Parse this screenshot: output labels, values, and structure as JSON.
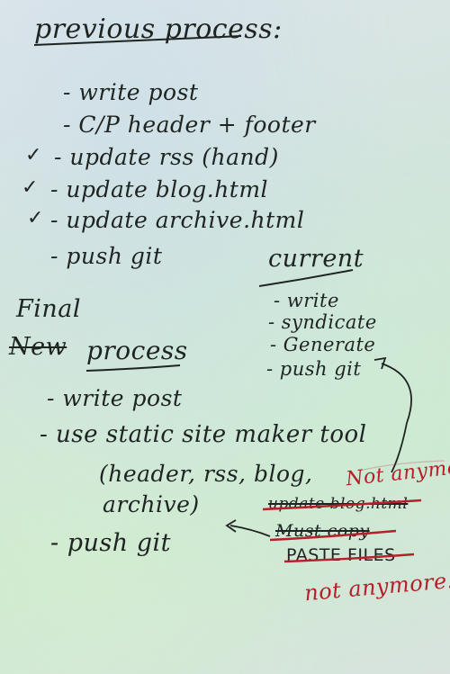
{
  "previous": {
    "heading": "previous process:",
    "steps": [
      "- write post",
      "- C/P header + footer",
      "- update rss (hand)",
      "- update blog.html",
      "- update archive.html",
      "- push git"
    ],
    "check_mark": "✓"
  },
  "new_process": {
    "word_final": "Final",
    "word_new_struck": "New",
    "word_process": "process",
    "steps": [
      "- write post",
      "- use static site maker tool",
      "(header, rss, blog,",
      "archive)",
      "- push git"
    ]
  },
  "current": {
    "heading": "current",
    "steps": [
      "- write",
      "- syndicate",
      "- Generate",
      "- push git"
    ]
  },
  "annotations": {
    "not_anymore_top": "Not anymore!",
    "struck_update": "update blog.html",
    "struck_copy": "Must copy",
    "struck_paste": "PASTE FILES",
    "not_anymore_bottom": "not anymore!"
  },
  "colors": {
    "ink": "#1e2422",
    "red_ink": "#b5202b"
  }
}
